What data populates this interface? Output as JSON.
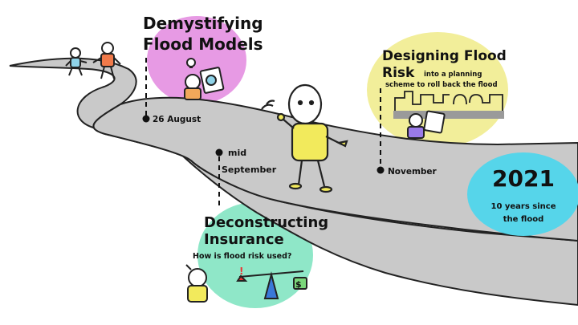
{
  "events": [
    {
      "id": "models",
      "title_line1": "Demystifying",
      "title_line2": "Flood Models",
      "date": "26 August"
    },
    {
      "id": "insurance",
      "title_line1": "Deconstructing",
      "title_line2": "Insurance",
      "subtitle": "How is flood risk used?",
      "date_line1": "mid",
      "date_line2": "September"
    },
    {
      "id": "planning",
      "title_line1": "Designing Flood",
      "title_line2": "Risk",
      "subtitle_line1": "into a planning",
      "subtitle_line2": "scheme to roll back the flood",
      "date": "November"
    }
  ],
  "anniversary": {
    "year": "2021",
    "line1": "10 years since",
    "line2": "the flood"
  },
  "colors": {
    "road": "#c9c9c9",
    "models_blob": "#e79ae4",
    "insurance_blob": "#8fe7c8",
    "planning_blob": "#f2ee9a",
    "anniversary_blob": "#56d5ea",
    "figure_yellow": "#f2ea5c"
  }
}
